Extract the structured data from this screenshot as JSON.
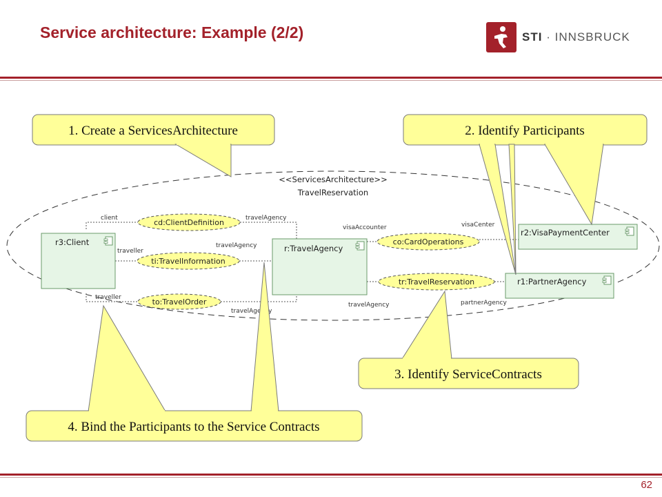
{
  "slide": {
    "title": "Service architecture: Example (2/2)",
    "page_number": "62"
  },
  "logo": {
    "name": "STI",
    "separator": "·",
    "place": "INNSBRUCK"
  },
  "colors": {
    "brand": "#a3212a",
    "callout_fill": "#ffff99",
    "participant_fill": "#e6f5e6",
    "participant_stroke": "#6a9a6a"
  },
  "architecture": {
    "stereotype": "<<ServicesArchitecture>>",
    "name": "TravelReservation"
  },
  "participants": {
    "client": "r3:Client",
    "agency": "r:TravelAgency",
    "visa": "r2:VisaPaymentCenter",
    "partner": "r1:PartnerAgency",
    "icon": "component-icon"
  },
  "contracts": {
    "client_definition": "cd:ClientDefinition",
    "travel_information": "ti:TravelInformation",
    "travel_order": "to:TravelOrder",
    "card_operations": "co:CardOperations",
    "travel_reservation": "tr:TravelReservation"
  },
  "roles": {
    "client": "client",
    "travel_agency_1": "travelAgency",
    "traveller_1": "traveller",
    "travel_agency_2": "travelAgency",
    "traveller_2": "traveller",
    "travel_agency_3": "travelAgency",
    "visa_accounter": "visaAccounter",
    "visa_center": "visaCenter",
    "travel_agency_4": "travelAgency",
    "partner_agency": "partnerAgency"
  },
  "callouts": {
    "step1": "1. Create a ServicesArchitecture",
    "step2": "2. Identify Participants",
    "step3": "3. Identify ServiceContracts",
    "step4": "4. Bind the Participants to the Service Contracts"
  }
}
